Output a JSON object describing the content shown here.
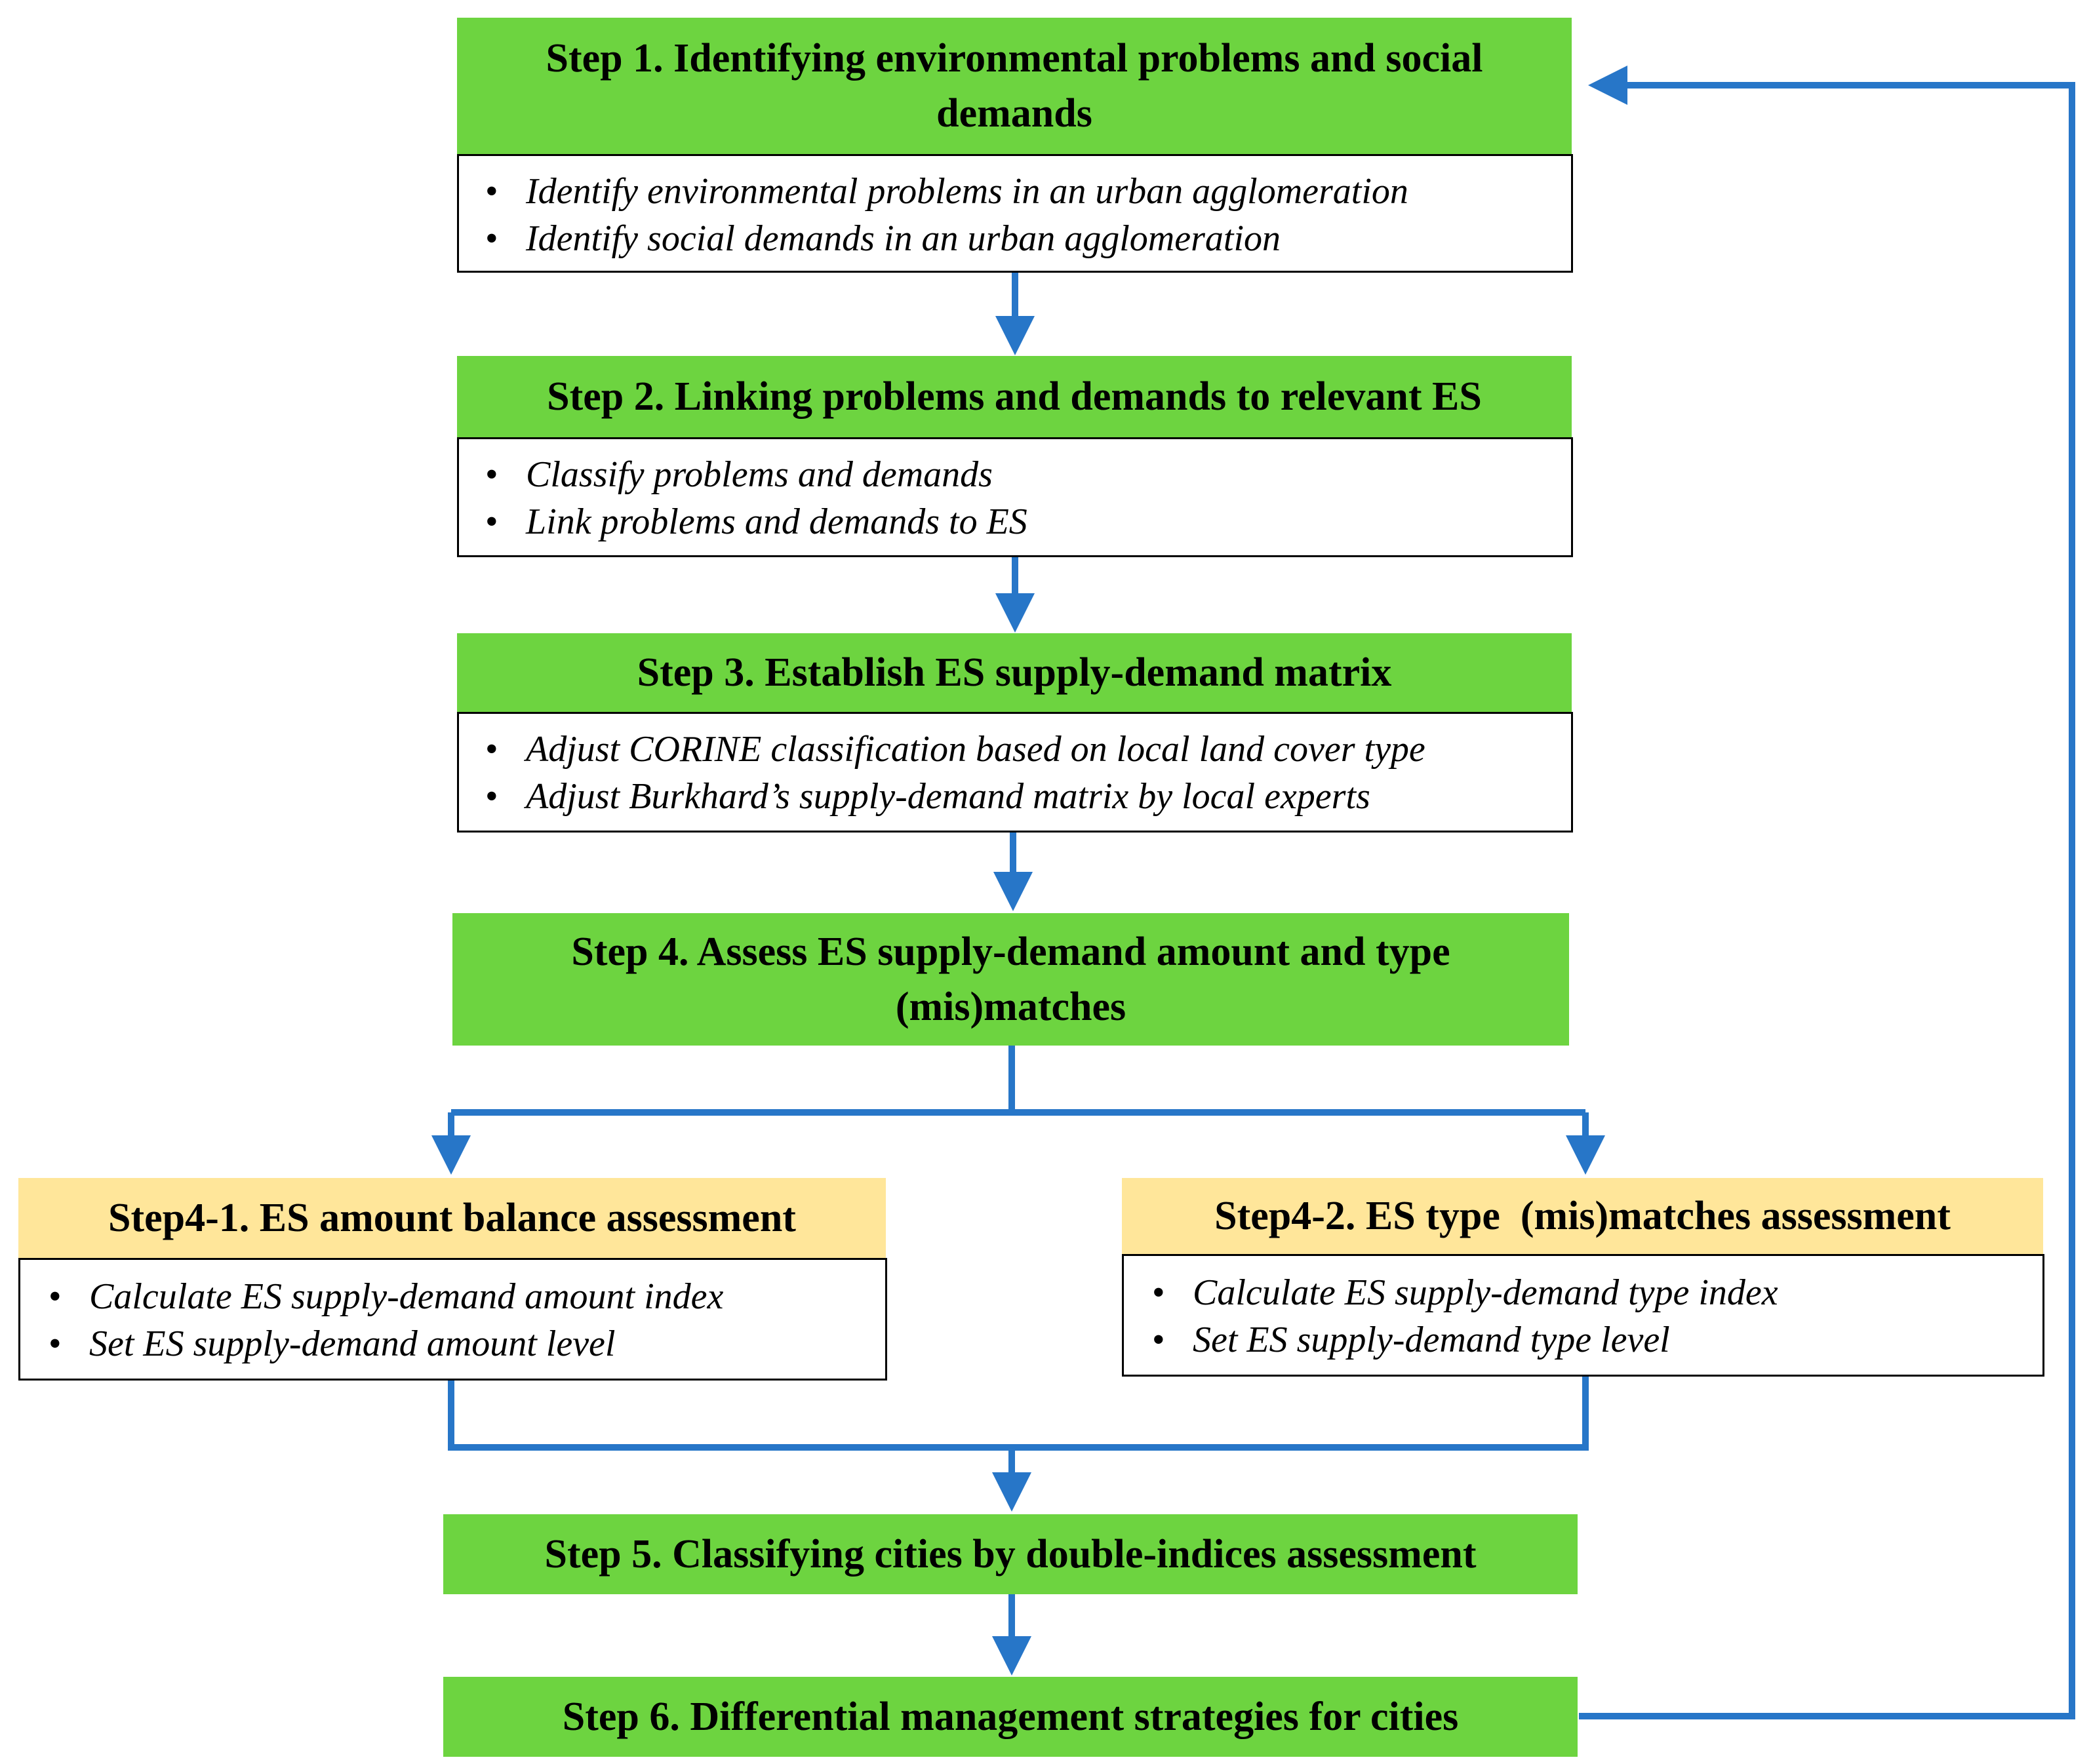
{
  "colors": {
    "step_header": "#6dd440",
    "sub_step_header": "#ffe69a",
    "arrow": "#2776c8",
    "border": "#000000"
  },
  "steps": {
    "step1": {
      "title": "Step 1. Identifying environmental problems and social demands",
      "bullets": [
        "Identify environmental problems in an urban agglomeration",
        "Identify social demands in an urban agglomeration"
      ]
    },
    "step2": {
      "title": "Step 2. Linking problems and demands to relevant ES",
      "bullets": [
        "Classify problems and demands",
        "Link problems and demands to ES"
      ]
    },
    "step3": {
      "title": "Step 3. Establish ES supply-demand matrix",
      "bullets": [
        "Adjust CORINE classification based on local land cover type",
        "Adjust Burkhard’s supply-demand matrix by local experts"
      ]
    },
    "step4": {
      "title": "Step 4. Assess ES supply-demand amount and type (mis)matches"
    },
    "step4_1": {
      "title": "Step4-1. ES amount balance assessment",
      "bullets": [
        "Calculate ES supply-demand amount index",
        "Set ES supply-demand amount level"
      ]
    },
    "step4_2": {
      "title": "Step4-2. ES type  (mis)matches assessment",
      "bullets": [
        "Calculate ES supply-demand type index",
        "Set ES supply-demand type level"
      ]
    },
    "step5": {
      "title": "Step 5. Classifying cities by double-indices assessment"
    },
    "step6": {
      "title": "Step 6. Differential management strategies for cities"
    }
  },
  "bullet_glyph": "•"
}
